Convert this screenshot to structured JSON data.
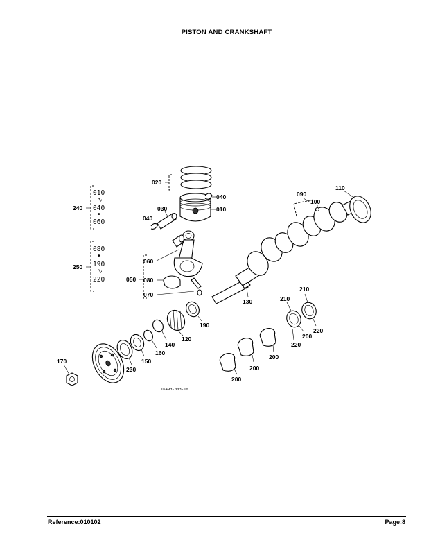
{
  "page": {
    "title": "PISTON AND CRANKSHAFT",
    "reference": "Reference:010102",
    "page_number": "Page:8"
  },
  "figure": {
    "number": "16493-003-10",
    "callouts": {
      "p010": "010",
      "p020": "020",
      "p030": "030",
      "p040a": "040",
      "p040b": "040",
      "p050": "050",
      "p060": "060",
      "p070": "070",
      "p080": "080",
      "p090": "090",
      "p100": "100",
      "p110": "110",
      "p120": "120",
      "p130": "130",
      "p140": "140",
      "p150": "150",
      "p160": "160",
      "p170": "170",
      "p190": "190",
      "p200a": "200",
      "p200b": "200",
      "p200c": "200",
      "p200d": "200",
      "p210a": "210",
      "p210b": "210",
      "p220a": "220",
      "p220b": "220",
      "p230": "230",
      "p240": "240",
      "p250": "250"
    },
    "bracket_240": {
      "line1": "010",
      "line2": "∿",
      "line3": "040",
      "line4": "•",
      "line5": "060"
    },
    "bracket_250": {
      "line1": "080",
      "line2": "•",
      "line3": "190",
      "line4": "∿",
      "line5": "220"
    }
  }
}
